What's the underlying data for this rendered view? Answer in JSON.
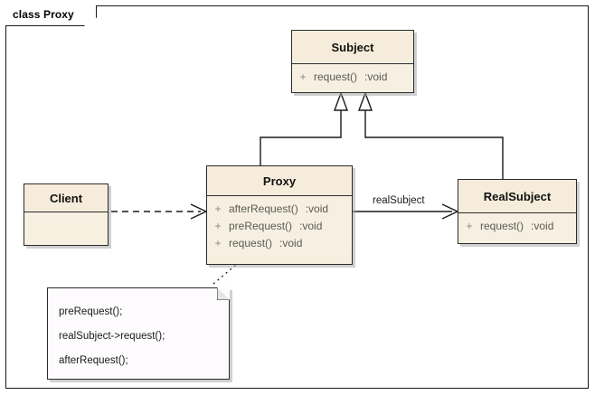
{
  "frame": {
    "label": "class Proxy"
  },
  "classes": [
    {
      "id": "subject",
      "name": "Subject",
      "members": [
        {
          "visibility": "+",
          "name": "request()",
          "type": ":void"
        }
      ]
    },
    {
      "id": "proxy",
      "name": "Proxy",
      "members": [
        {
          "visibility": "+",
          "name": "afterRequest()",
          "type": ":void"
        },
        {
          "visibility": "+",
          "name": "preRequest()",
          "type": ":void"
        },
        {
          "visibility": "+",
          "name": "request()",
          "type": ":void"
        }
      ]
    },
    {
      "id": "realsubject",
      "name": "RealSubject",
      "members": [
        {
          "visibility": "+",
          "name": "request()",
          "type": ":void"
        }
      ]
    },
    {
      "id": "client",
      "name": "Client",
      "members": []
    }
  ],
  "edges": [
    {
      "id": "proxy-to-subject",
      "kind": "generalization",
      "from": "Proxy",
      "to": "Subject",
      "label": ""
    },
    {
      "id": "realsubject-to-subject",
      "kind": "generalization",
      "from": "RealSubject",
      "to": "Subject",
      "label": ""
    },
    {
      "id": "client-to-proxy",
      "kind": "dependency",
      "from": "Client",
      "to": "Proxy",
      "label": ""
    },
    {
      "id": "proxy-to-realsubject",
      "kind": "association",
      "from": "Proxy",
      "to": "RealSubject",
      "label": "realSubject"
    },
    {
      "id": "note-to-proxy",
      "kind": "note-anchor",
      "from": "note",
      "to": "Proxy",
      "label": ""
    }
  ],
  "note": {
    "lines": [
      "preRequest();",
      "realSubject->request();",
      "afterRequest();"
    ]
  },
  "colors": {
    "class_header_fill": "#f6ecdb",
    "class_body_fill": "#f7f0e2",
    "class_border": "#2b2b2b",
    "note_fill": "#fdfbfd",
    "line": "#1a1a1a",
    "member_text": "#5a5a52",
    "frame_border": "#1a1a1a"
  }
}
